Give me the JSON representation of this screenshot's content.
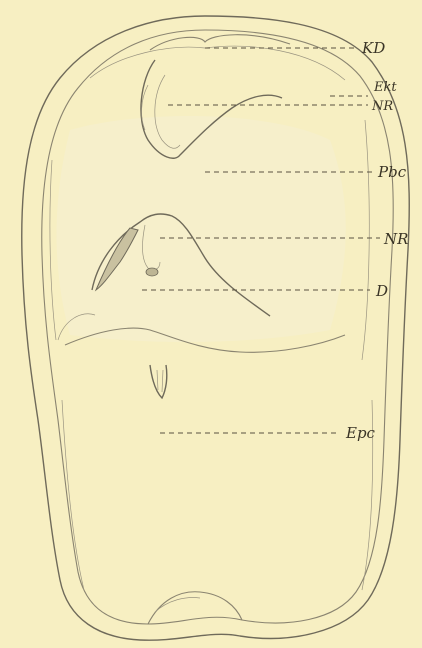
{
  "labels": {
    "kd": "KD",
    "ekt": "Ekt",
    "nr_top": "NR",
    "pbc": "Pbc",
    "nr_mid": "NR",
    "d": "D",
    "epc": "Epc"
  },
  "colors": {
    "background": "#f7efc2",
    "body_fill": "#ece6c4",
    "ink": "#3a3426"
  }
}
